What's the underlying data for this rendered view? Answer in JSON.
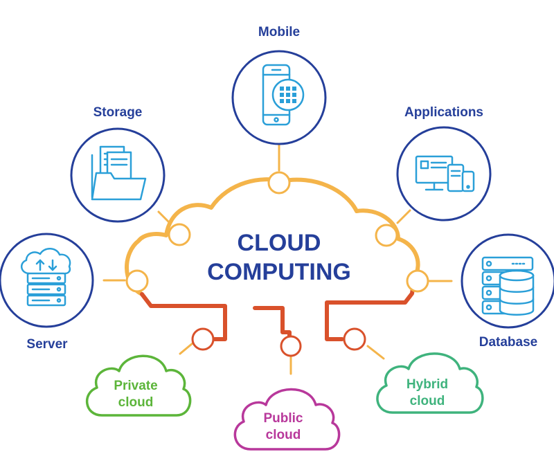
{
  "title": {
    "line1": "CLOUD",
    "line2": "COMPUTING"
  },
  "nodes": {
    "mobile": {
      "label": "Mobile",
      "icon": "mobile-phone-icon"
    },
    "storage": {
      "label": "Storage",
      "icon": "folder-documents-icon"
    },
    "applications": {
      "label": "Applications",
      "icon": "desktop-devices-icon"
    },
    "server": {
      "label": "Server",
      "icon": "server-cloud-sync-icon"
    },
    "database": {
      "label": "Database",
      "icon": "database-server-icon"
    }
  },
  "clouds": {
    "private": {
      "line1": "Private",
      "line2": "cloud",
      "color": "#5cb53a"
    },
    "public": {
      "line1": "Public",
      "line2": "cloud",
      "color": "#b8389b"
    },
    "hybrid": {
      "line1": "Hybrid",
      "line2": "cloud",
      "color": "#3fb37d"
    }
  },
  "colors": {
    "primary_blue": "#253f9a",
    "icon_blue": "#2a9fd8",
    "cloud_orange": "#f4b44a",
    "connector_red": "#d9512b"
  }
}
